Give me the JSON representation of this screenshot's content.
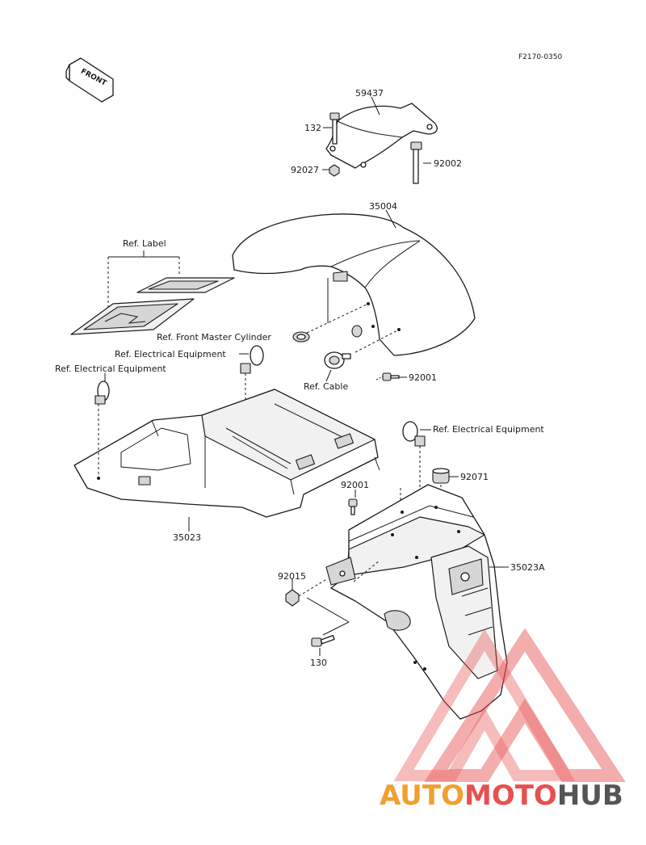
{
  "diagram_code": "F2170-0350",
  "front_label": "FRONT",
  "parts": {
    "p59437": "59437",
    "p132": "132",
    "p92027": "92027",
    "p92002": "92002",
    "p35004": "35004",
    "ref_label": "Ref. Label",
    "ref_front_master_cylinder": "Ref. Front Master Cylinder",
    "ref_electrical_equipment_1": "Ref. Electrical Equipment",
    "ref_electrical_equipment_2": "Ref. Electrical Equipment",
    "ref_electrical_equipment_3": "Ref. Electrical Equipment",
    "ref_cable": "Ref. Cable",
    "p92001_a": "92001",
    "p92001_b": "92001",
    "p92071": "92071",
    "p35023": "35023",
    "p35023A": "35023A",
    "p92015": "92015",
    "p130": "130"
  },
  "watermark": {
    "part1": "AUTO",
    "part2": "MOTO",
    "part3": "HUB",
    "colors": {
      "orange": "#f0a030",
      "red": "#e85050",
      "gray": "#555555"
    }
  }
}
